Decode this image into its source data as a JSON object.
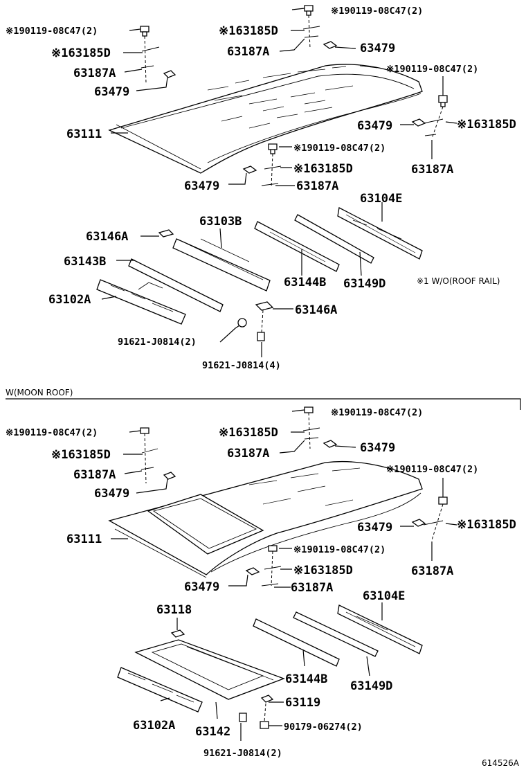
{
  "top": {
    "labels": {
      "cap_a": "※190119-08C47(2)",
      "spring_a": "※163185D",
      "clip_a": "63187A",
      "pad_a": "63479",
      "cap_b": "※190119-08C47(2)",
      "spring_b": "※163185D",
      "clip_b": "63187A",
      "pad_b": "63479",
      "cap_c": "※190119-08C47(2)",
      "pad_c": "63479",
      "spring_c": "※163185D",
      "clip_c": "63187A",
      "roof": "63111",
      "cap_d": "※190119-08C47(2)",
      "spring_d": "※163185D",
      "pad_d": "63479",
      "clip_d": "63187A",
      "rear_header": "63104E",
      "bracket_a": "63146A",
      "center_brace": "63103B",
      "front_bow": "63143B",
      "bow_b": "63144B",
      "bow_d": "63149D",
      "front_header": "63102A",
      "bracket_b": "63146A",
      "clip_nut_a": "91621-J0814(2)",
      "clip_nut_b": "91621-J0814(4)",
      "note": "※1 W/O(ROOF RAIL)"
    }
  },
  "section_title": "W(MOON ROOF)",
  "bottom": {
    "labels": {
      "cap_a": "※190119-08C47(2)",
      "spring_a": "※163185D",
      "clip_a": "63187A",
      "pad_a": "63479",
      "cap_b": "※190119-08C47(2)",
      "spring_b": "※163185D",
      "clip_b": "63187A",
      "pad_b": "63479",
      "cap_c": "※190119-08C47(2)",
      "pad_c": "63479",
      "spring_c": "※163185D",
      "clip_c": "63187A",
      "roof": "63111",
      "cap_d": "※190119-08C47(2)",
      "spring_d": "※163185D",
      "pad_d": "63479",
      "clip_d": "63187A",
      "rear_header": "63104E",
      "grommet": "63118",
      "bow_b": "63144B",
      "bow_d": "63149D",
      "bracket": "63119",
      "front_header": "63102A",
      "reinforcement": "63142",
      "nut": "90179-06274(2)",
      "clip_nut": "91621-J0814(2)"
    }
  },
  "drawing_number": "614526A"
}
